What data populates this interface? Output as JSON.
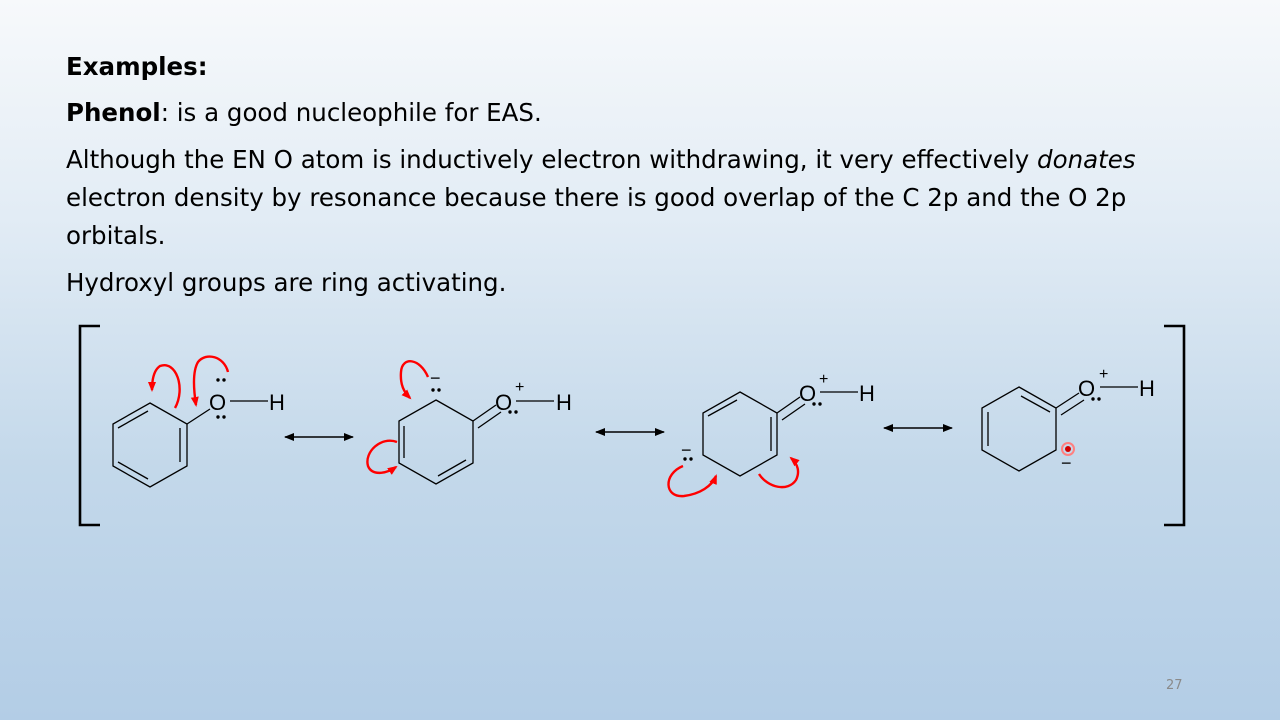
{
  "slide": {
    "heading": "Examples:",
    "phenol_term": "Phenol",
    "phenol_rest": ": is a good nucleophile for EAS.",
    "paragraph_before": "Although the EN O atom is inductively electron withdrawing, it very effectively ",
    "paragraph_emphasis": "donates",
    "paragraph_after": " electron density by resonance because there is good overlap of the C 2p and the O 2p orbitals.",
    "activating_note": "Hydroxyl groups are ring activating.",
    "page_number": "27"
  },
  "scheme": {
    "atom_oxygen": "O",
    "atom_hydrogen": "H",
    "charge_plus": "+",
    "charge_minus": "−",
    "arrow_color": "#ff0000",
    "pointer_color": "#d00000"
  }
}
